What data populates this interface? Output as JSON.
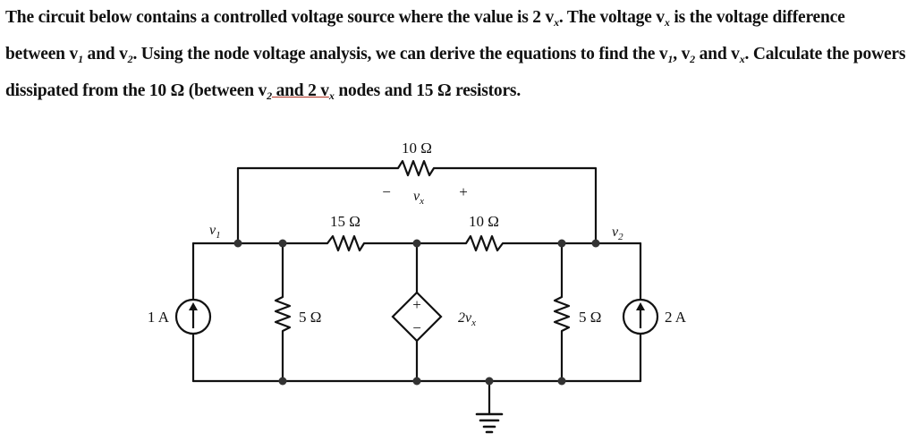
{
  "question": {
    "p1": "The circuit below contains a controlled voltage source where the value is 2 v",
    "p1_sub": "x",
    "p2": ". The voltage v",
    "p2_sub": "x",
    "p3": " is the voltage difference between v",
    "p3_sub": "1",
    "p4": " and v",
    "p4_sub": "2",
    "p5": ". Using the node voltage analysis, we can derive the equations to find the v",
    "p5_sub": "1",
    "p6": ", v",
    "p6_sub": "2",
    "p7": " and v",
    "p7_sub": "x",
    "p8": ". Calculate the powers dissipated from the 10 Ω (between v",
    "p8_sub": "2",
    "p9": " and 2 v",
    "p9_sub": "x",
    "p10": " nodes and 15 Ω resistors."
  },
  "circuit": {
    "r_top": "10 Ω",
    "vx_minus": "−",
    "vx_main": "v",
    "vx_sub": "x",
    "vx_plus": "+",
    "r_15": "15 Ω",
    "r_10_mid": "10 Ω",
    "node_v1_main": "v",
    "node_v1_sub": "1",
    "node_v2_main": "v",
    "node_v2_sub": "2",
    "src_left": "1 A",
    "r_5_left": "5 Ω",
    "dep_plus": "+",
    "dep_minus": "−",
    "dep_main": "2v",
    "dep_sub": "x",
    "r_5_right": "5 Ω",
    "src_right": "2 A"
  }
}
